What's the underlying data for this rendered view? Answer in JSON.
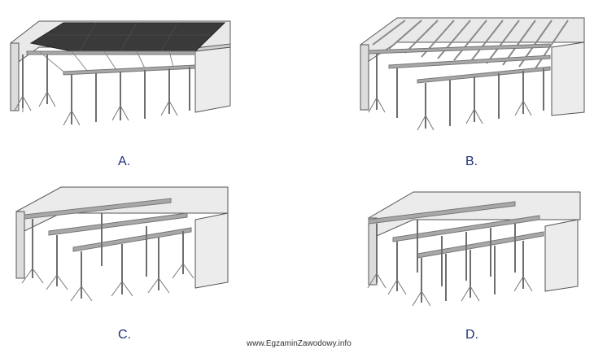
{
  "options": [
    {
      "letter": "A.",
      "stage": "full-deck-with-panels"
    },
    {
      "letter": "B.",
      "stage": "primary-and-secondary-beams"
    },
    {
      "letter": "C.",
      "stage": "props-with-tripods-and-primary-beams"
    },
    {
      "letter": "D.",
      "stage": "props-with-primary-beams-and-extra-props"
    }
  ],
  "watermark": "www.EgzaminZawodowy.info",
  "colors": {
    "wall": "#e6e6e6",
    "wall_edge": "#555555",
    "beam": "#9a9a9a",
    "prop": "#6e6e6e",
    "panel": "#3a3a3a",
    "label": "#1f2f7a"
  }
}
